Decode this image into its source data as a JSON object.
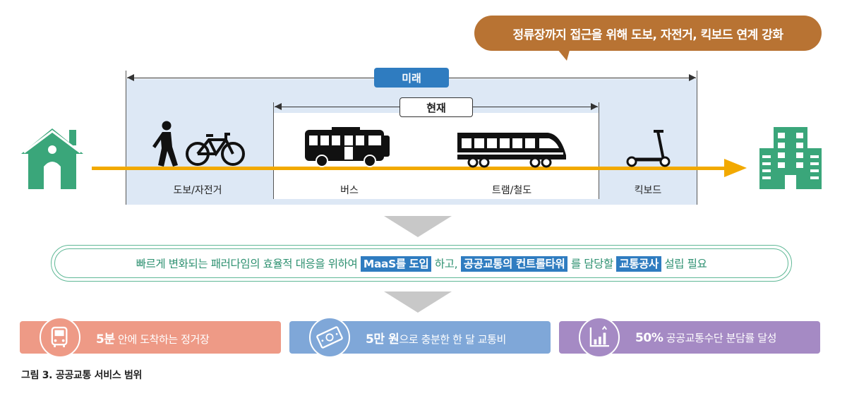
{
  "bubble": {
    "text": "정류장까지 접근을 위해 도보, 자전거, 킥보드 연계 강화"
  },
  "ranges": {
    "future": "미래",
    "present": "현재"
  },
  "modes": {
    "walk_bike": "도보/자전거",
    "bus": "버스",
    "tram_rail": "트램/철도",
    "kickboard": "킥보드"
  },
  "policy": {
    "part1": "빠르게 변화되는 패러다임의 효율적 대응을 위하여 ",
    "hl1": "MaaS를 도입",
    "part2": " 하고, ",
    "hl2": "공공교통의 컨트롤타워",
    "part3": " 를 담당할 ",
    "hl3": "교통공사",
    "part4": " 설립 필요"
  },
  "goals": [
    {
      "bold": "5분",
      "text": " 안에 도착하는 정거장",
      "color": "#ee9a86",
      "icon": "bus-icon"
    },
    {
      "bold": "5만 원",
      "text": "으로 충분한 한 달 교통비",
      "color": "#7fa7d8",
      "icon": "money-icon"
    },
    {
      "bold": "50%",
      "text": " 공공교통수단 분담률 달성",
      "color": "#a58ac4",
      "icon": "bar-chart-icon"
    }
  ],
  "caption": "그림 3. 공공교통 서비스 범위",
  "colors": {
    "orange": "#f2a900",
    "green": "#3aa67a",
    "blue": "#2f7cc0",
    "brown": "#b87333"
  }
}
